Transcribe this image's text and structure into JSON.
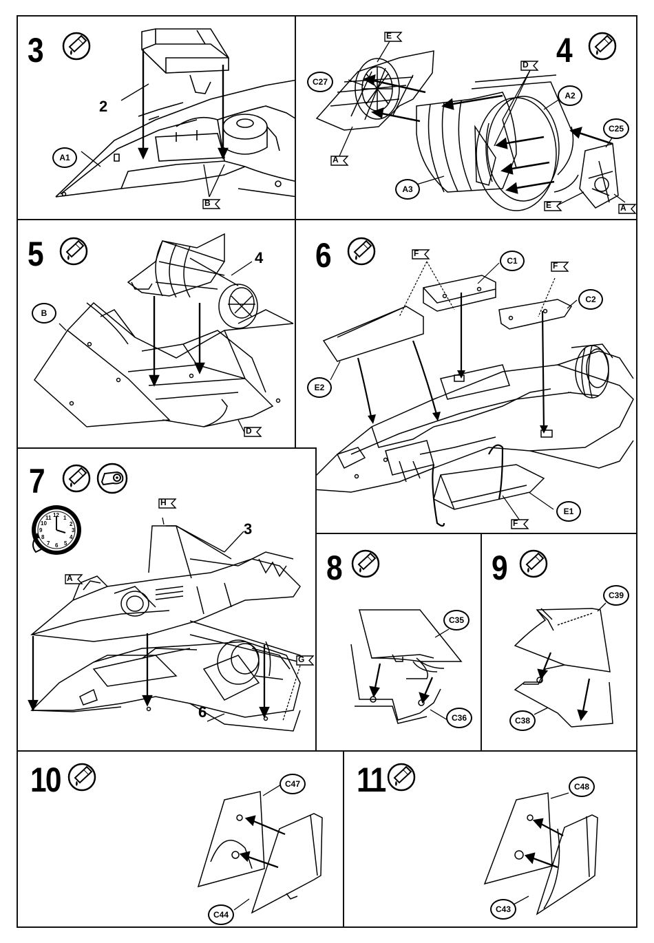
{
  "steps": [
    {
      "number": "3",
      "parts": [
        "A1",
        "2"
      ],
      "markers": [
        "B"
      ]
    },
    {
      "number": "4",
      "parts": [
        "C27",
        "A2",
        "C25",
        "A3"
      ],
      "markers": [
        "E",
        "D",
        "A",
        "E",
        "A"
      ]
    },
    {
      "number": "5",
      "parts": [
        "B",
        "4"
      ],
      "markers": [
        "D"
      ]
    },
    {
      "number": "6",
      "parts": [
        "C1",
        "C2",
        "E2",
        "E1"
      ],
      "markers": [
        "F",
        "F",
        "F"
      ]
    },
    {
      "number": "7",
      "parts": [
        "3",
        "6"
      ],
      "markers": [
        "H",
        "A",
        "G"
      ]
    },
    {
      "number": "8",
      "parts": [
        "C35",
        "C36"
      ]
    },
    {
      "number": "9",
      "parts": [
        "C39",
        "C38"
      ]
    },
    {
      "number": "10",
      "parts": [
        "C47",
        "C44"
      ]
    },
    {
      "number": "11",
      "parts": [
        "C48",
        "C43"
      ]
    }
  ],
  "clock_numerals": [
    "12",
    "1",
    "2",
    "3",
    "4",
    "5",
    "6",
    "7",
    "8",
    "9",
    "10",
    "11"
  ],
  "icons": {
    "glue": "glue-tube-icon",
    "decal": "decal-icon",
    "clock": "clock-icon"
  },
  "colors": {
    "ink": "#000000",
    "paper": "#ffffff"
  }
}
